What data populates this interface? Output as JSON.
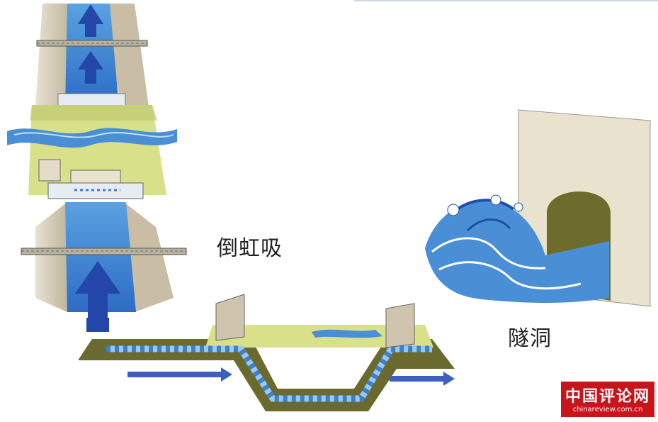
{
  "labels": {
    "siphon": "倒虹吸",
    "tunnel": "隧洞"
  },
  "watermark": {
    "title": "中国评论网",
    "url": "chinareview.com.cn"
  },
  "colors": {
    "water": "#4a8fd6",
    "water_light": "#9cc8ee",
    "arrow": "#2346a8",
    "concrete": "#cfc4ad",
    "grass": "#d9e08a",
    "earth": "#6b6a2e",
    "watermark": "#c8141b"
  },
  "icons": [
    "up-arrow-icon",
    "right-arrow-icon",
    "wave-icon",
    "tunnel-portal-icon",
    "building-icon"
  ]
}
